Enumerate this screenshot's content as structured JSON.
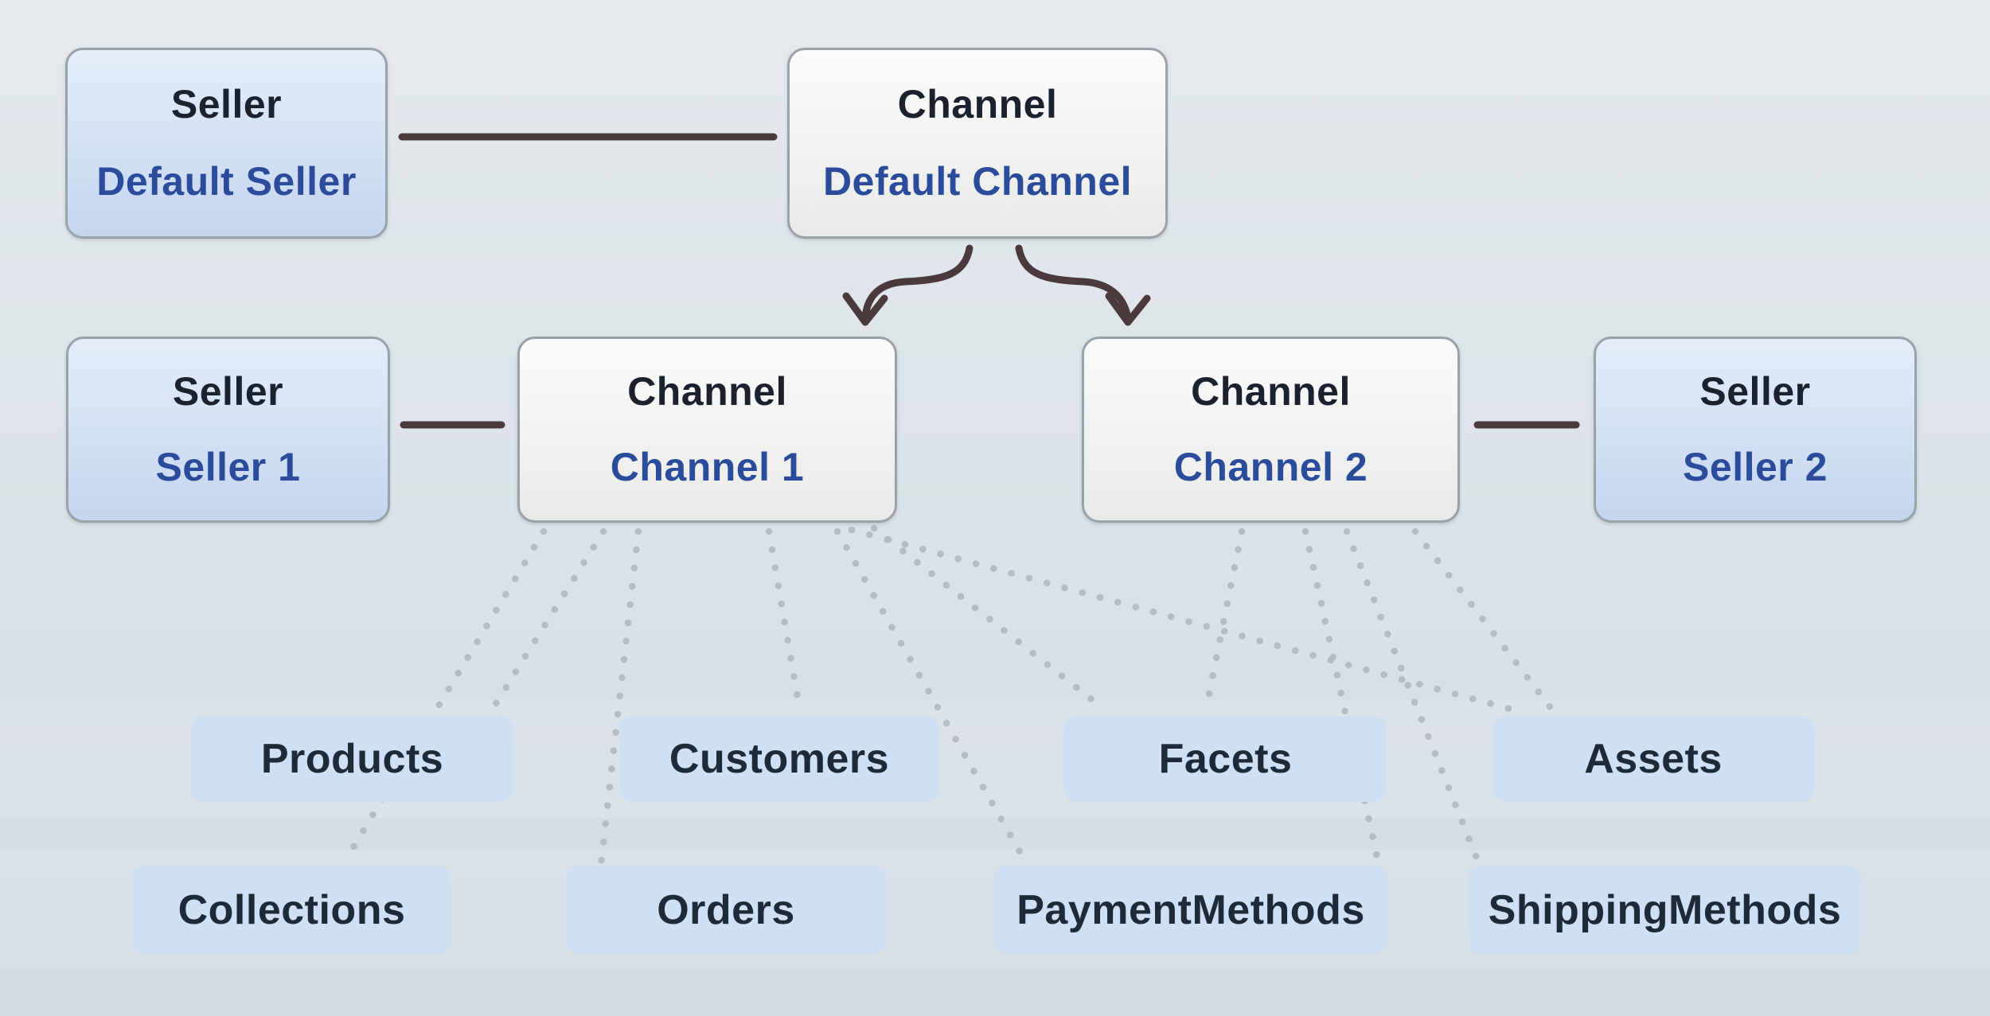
{
  "nodes": {
    "default_seller": {
      "type": "Seller",
      "name": "Default Seller"
    },
    "default_channel": {
      "type": "Channel",
      "name": "Default Channel"
    },
    "seller_1": {
      "type": "Seller",
      "name": "Seller 1"
    },
    "channel_1": {
      "type": "Channel",
      "name": "Channel 1"
    },
    "channel_2": {
      "type": "Channel",
      "name": "Channel 2"
    },
    "seller_2": {
      "type": "Seller",
      "name": "Seller 2"
    }
  },
  "entities": {
    "row1": [
      "Products",
      "Customers",
      "Facets",
      "Assets"
    ],
    "row2": [
      "Collections",
      "Orders",
      "PaymentMethods",
      "ShippingMethods"
    ]
  },
  "links": {
    "solid": [
      {
        "from": "default_seller",
        "to": "default_channel"
      },
      {
        "from": "seller_1",
        "to": "channel_1"
      },
      {
        "from": "channel_2",
        "to": "seller_2"
      }
    ],
    "arrows": [
      {
        "from": "default_channel",
        "to": "channel_1"
      },
      {
        "from": "default_channel",
        "to": "channel_2"
      }
    ],
    "dotted": [
      {
        "from": "channel_1",
        "to": "Collections"
      },
      {
        "from": "channel_1",
        "to": "Products"
      },
      {
        "from": "channel_1",
        "to": "Orders"
      },
      {
        "from": "channel_1",
        "to": "Customers"
      },
      {
        "from": "channel_1",
        "to": "PaymentMethods"
      },
      {
        "from": "channel_1",
        "to": "Facets"
      },
      {
        "from": "channel_1",
        "to": "Assets"
      },
      {
        "from": "channel_2",
        "to": "Facets"
      },
      {
        "from": "channel_2",
        "to": "PaymentMethods"
      },
      {
        "from": "channel_2",
        "to": "ShippingMethods"
      },
      {
        "from": "channel_2",
        "to": "Assets"
      }
    ]
  },
  "colors": {
    "background_top": "#e4eaee",
    "background_bottom": "#d2dbe2",
    "seller_box_top": "#e3edf9",
    "seller_box_bottom": "#c4d5ef",
    "channel_box_top": "#fafbfa",
    "channel_box_bottom": "#e9eae8",
    "box_border": "#9aa2a9",
    "entity_box": "#cfe0f4",
    "type_text": "#1b222e",
    "name_text": "#2b4b9b",
    "entity_text": "#1f2a39",
    "connector": "#4a3a3c",
    "dotted": "#b3bac1"
  }
}
